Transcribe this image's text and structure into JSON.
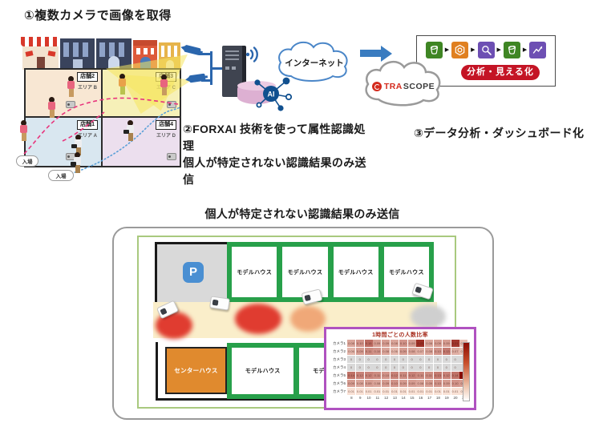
{
  "step1": {
    "title": "①複数カメラで画像を取得",
    "floor_plan": {
      "quadrants": [
        {
          "store": "店舗2",
          "area": "エリア B"
        },
        {
          "store": "店舗3",
          "area": "エリア C"
        },
        {
          "store": "店舗1",
          "area": "エリア A"
        },
        {
          "store": "店舗4",
          "area": "エリア D"
        }
      ],
      "entry_labels": [
        "入場",
        "入場"
      ]
    }
  },
  "step2": {
    "caption_line1": "②FORXAI 技術を使って属性認識処理",
    "caption_line2": "個人が特定されない認識結果のみ送信",
    "internet_label": "インターネット",
    "ai_label": "AI"
  },
  "step3": {
    "caption": "③データ分析・ダッシュボード化",
    "badge_label": "分析・見える化",
    "logo_tra": "TRA",
    "logo_scope": "SCOPE",
    "pipeline_icons": [
      "s3-bucket-icon",
      "transform-hexagon-icon",
      "query-search-icon",
      "s3-bucket-icon",
      "dashboard-chart-icon"
    ]
  },
  "bottom": {
    "title": "個人が特定されない認識結果のみ送信",
    "parking_label": "P",
    "center_house_label": "センターハウス",
    "model_houses_top": [
      "モデルハウス",
      "モデルハウス",
      "モデルハウス",
      "モデルハウス"
    ],
    "model_houses_bottom": [
      "モデルハウス",
      "モデルハウス",
      "モデルハウス"
    ]
  },
  "chart_data": {
    "type": "heatmap",
    "title": "1時間ごとの人数比率",
    "rows": [
      "カメラ1",
      "カメラ2",
      "カメラ3",
      "カメラ4",
      "カメラ5",
      "カメラ6",
      "カメラ7"
    ],
    "columns": [
      8,
      9,
      10,
      11,
      12,
      13,
      14,
      15,
      16,
      17,
      18,
      19,
      20,
      21
    ],
    "values": [
      [
        0.08,
        0.1,
        0.15,
        0.09,
        0.09,
        0.08,
        0.1,
        0.09,
        0.22,
        0.08,
        0.09,
        0.09,
        0.21,
        0.05
      ],
      [
        0.06,
        0.09,
        0.11,
        0.1,
        0.08,
        0.06,
        0.09,
        0.08,
        0.07,
        0.08,
        0.1,
        0.13,
        0.07,
        0.05
      ],
      [
        0,
        0,
        0,
        0,
        0,
        0,
        0,
        0,
        0,
        0,
        0,
        0,
        0,
        0
      ],
      [
        0,
        0,
        0,
        0,
        0,
        0,
        0,
        0,
        0,
        0,
        0,
        0,
        0,
        0
      ],
      [
        0.14,
        0.12,
        0.12,
        0.11,
        0.1,
        0.12,
        0.11,
        0.12,
        0.11,
        0.11,
        0.13,
        0.12,
        0.14,
        0.26
      ],
      [
        0.09,
        0.08,
        0.09,
        0.08,
        0.09,
        0.1,
        0.09,
        0.09,
        0.08,
        0.09,
        0.1,
        0.09,
        0.1,
        0.09
      ],
      [
        0.01,
        0.01,
        0.01,
        0.01,
        0.01,
        0.01,
        0.01,
        0.01,
        0.01,
        0.01,
        0.01,
        0.01,
        0.01,
        0.01
      ]
    ],
    "value_range": [
      0,
      0.26
    ],
    "zero_color": "#d9d9d9",
    "max_color": "#8c0d04",
    "legend_position": "right-colorbar"
  },
  "colors": {
    "camera_blue": "#2b66ad",
    "arrow_blue": "#3a7cc0",
    "badge_red": "#c41425",
    "trascope_red": "#d42b1e",
    "pipeline_green": "#3f8624",
    "pipeline_orange": "#e08020",
    "pipeline_purple": "#6d4fb3",
    "map_band_green": "#27a04a",
    "map_frame_green": "#a9c97e",
    "heatmap_border_purple": "#b052c0",
    "parking_blue": "#4a8fd2",
    "center_house_orange": "#e08a2e",
    "heat_spot_red": "#e03c30",
    "path_dashed_pink": "#e8357d",
    "path_dotted_blue": "#5aa0d8"
  }
}
